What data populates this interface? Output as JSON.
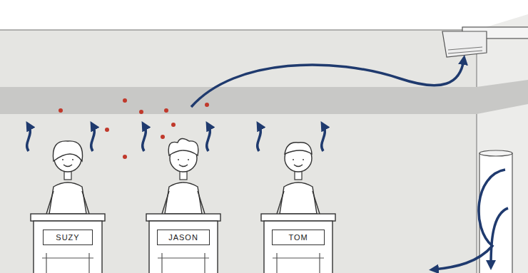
{
  "diagram": {
    "nodes": [
      {
        "text": [
          "SUZY"
        ]
      },
      {
        "text": [
          "JASON"
        ]
      },
      {
        "text": [
          "TOM"
        ]
      }
    ]
  }
}
